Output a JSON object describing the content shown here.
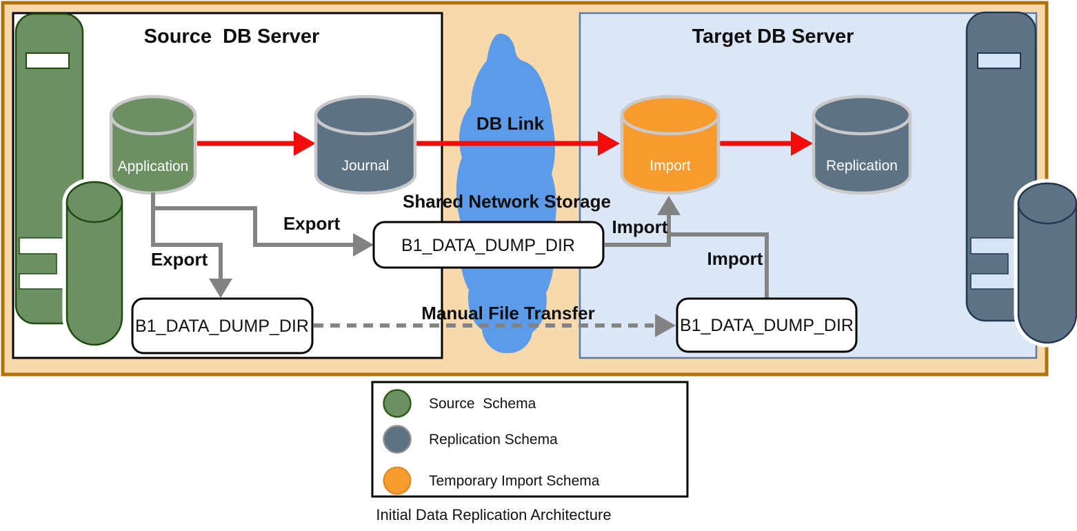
{
  "colors": {
    "frame_fill": "#f8d9ab",
    "frame_border": "#b0720a",
    "source_box_fill": "#ffffff",
    "target_box_fill": "#dbe6f7",
    "target_box_border": "#5b7aa6",
    "source_schema_green": "#6c8f64",
    "replication_schema_slate": "#5d7285",
    "import_schema_orange": "#f89b2e",
    "cloud_blue": "#5b9bea",
    "red_arrow": "#f20c0c",
    "gray_arrow": "#838383",
    "cylinder_outline": "#c9c9c9"
  },
  "source_server": {
    "title": "Source  DB Server",
    "application_db": "Application",
    "journal_db": "Journal",
    "export_label_1": "Export",
    "export_label_2": "Export",
    "dump_dir": "B1_DATA_DUMP_DIR"
  },
  "network": {
    "db_link": "DB Link",
    "shared_storage": "Shared Network Storage",
    "shared_dump_dir": "B1_DATA_DUMP_DIR",
    "manual_transfer": "Manual File Transfer"
  },
  "target_server": {
    "title": "Target DB Server",
    "import_db": "Import",
    "replication_db": "Replication",
    "import_label_1": "Import",
    "import_label_2": "Import",
    "dump_dir": "B1_DATA_DUMP_DIR"
  },
  "legend": {
    "items": [
      {
        "label": "Source  Schema",
        "color": "#6c8f64",
        "border": "#2e5d16"
      },
      {
        "label": "Replication Schema",
        "color": "#5d7285",
        "border": "#8e8e8e"
      },
      {
        "label": "Temporary Import Schema",
        "color": "#f89b2e",
        "border": "#db8724"
      }
    ]
  },
  "caption": "Initial Data Replication Architecture"
}
